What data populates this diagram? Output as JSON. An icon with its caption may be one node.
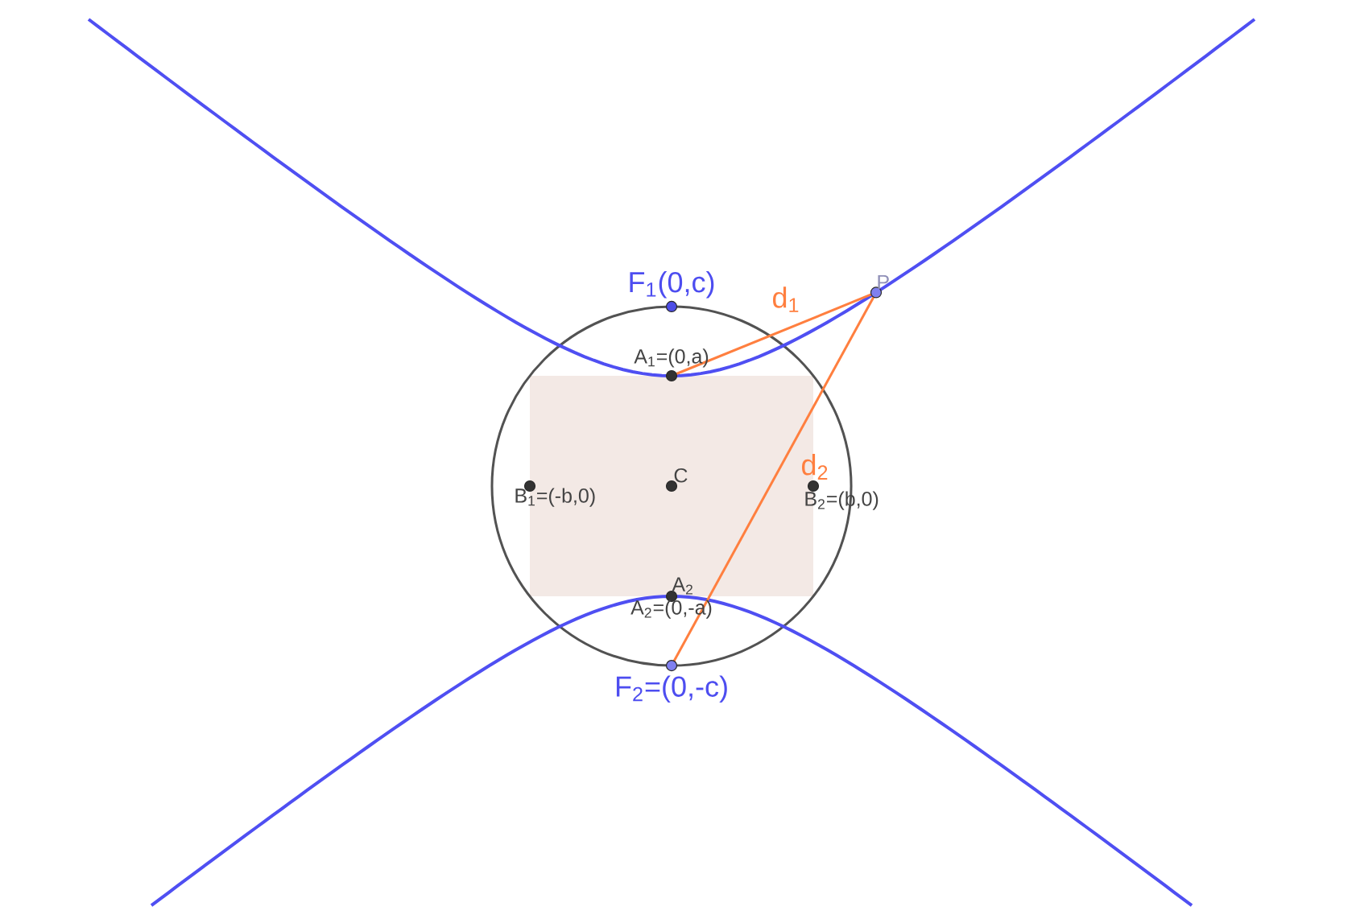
{
  "diagram": {
    "nodes": [
      {
        "text": [],
        "shape": "circle",
        "beside": [
          "F$_{1}$(0,c)"
        ]
      },
      {
        "text": [],
        "shape": "circle",
        "beside": [
          "P"
        ]
      },
      {
        "text": [],
        "shape": "circle",
        "beside": [
          "A$_{1}$=(0,a)"
        ]
      },
      {
        "text": [],
        "shape": "circle",
        "beside": [
          "C"
        ]
      },
      {
        "text": [],
        "shape": "circle",
        "beside": [
          "B$_{1}$=(-b,0)"
        ]
      },
      {
        "text": [],
        "shape": "circle",
        "beside": [
          "B$_{2}$=(b,0)"
        ]
      },
      {
        "text": [],
        "shape": "circle",
        "beside": [
          "A$_{2}$",
          "A$_{2}$=(0,-a)"
        ]
      },
      {
        "text": [],
        "shape": "circle",
        "beside": [
          "F$_{2}$=(0,-c)"
        ]
      }
    ],
    "edges": [
      {
        "from": 2,
        "to": 1,
        "arrow": "none",
        "label": "d$_{1}$"
      },
      {
        "from": 7,
        "to": 1,
        "arrow": "none",
        "label": "d$_{2}$"
      }
    ]
  }
}
